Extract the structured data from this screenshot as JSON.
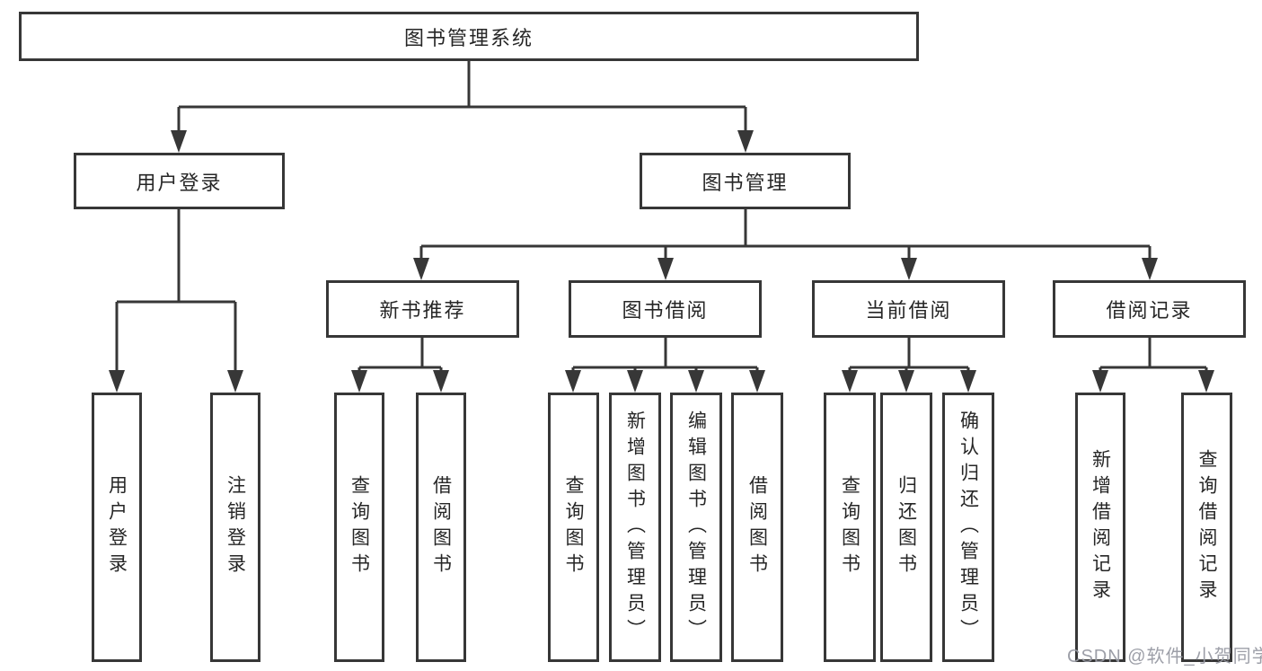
{
  "tree": {
    "root": {
      "label": "图书管理系统"
    },
    "branches": [
      {
        "label": "用户登录",
        "children": [
          {
            "label": "用户登录"
          },
          {
            "label": "注销登录"
          }
        ]
      },
      {
        "label": "图书管理",
        "children": [
          {
            "label": "新书推荐",
            "children": [
              {
                "label": "查询图书"
              },
              {
                "label": "借阅图书"
              }
            ]
          },
          {
            "label": "图书借阅",
            "children": [
              {
                "label": "查询图书"
              },
              {
                "label": "新增图书（管理员）"
              },
              {
                "label": "编辑图书（管理员）"
              },
              {
                "label": "借阅图书"
              }
            ]
          },
          {
            "label": "当前借阅",
            "children": [
              {
                "label": "查询图书"
              },
              {
                "label": "归还图书"
              },
              {
                "label": "确认归还（管理员）"
              }
            ]
          },
          {
            "label": "借阅记录",
            "children": [
              {
                "label": "新增借阅记录"
              },
              {
                "label": "查询借阅记录"
              }
            ]
          }
        ]
      }
    ]
  },
  "watermark": "CSDN @软件_小贺同学",
  "colors": {
    "line": "#373737",
    "text": "#262626",
    "background": "#ffffff",
    "watermark": "#989aa3"
  }
}
